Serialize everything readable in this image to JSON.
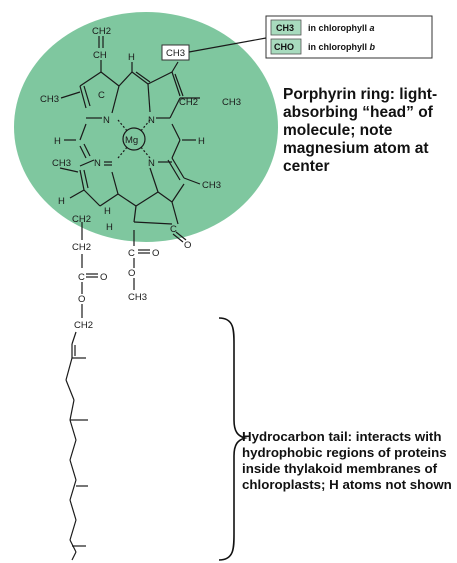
{
  "legend": {
    "row_a": {
      "formula": "CH3",
      "text": "in chlorophyll ",
      "variant": "a"
    },
    "row_b": {
      "formula": "CHO",
      "text": "in chlorophyll ",
      "variant": "b"
    }
  },
  "callout_formula": "CH3",
  "ring_label": "Porphyrin ring: light-absorbing “head” of molecule; note magnesium atom at center",
  "tail_label": "Hydrocarbon tail: interacts with hydrophobic regions of proteins inside thylakoid membranes of chloroplasts; H atoms not shown",
  "atoms": {
    "mg": "Mg",
    "ch2": "CH2",
    "ch": "CH",
    "ch3": "CH3",
    "h": "H",
    "c": "C",
    "n": "N",
    "o": "O"
  },
  "colors": {
    "ring_fill": "#7fc79f",
    "legend_fill": "#a8dbbe",
    "ink": "#1a1a1a"
  }
}
